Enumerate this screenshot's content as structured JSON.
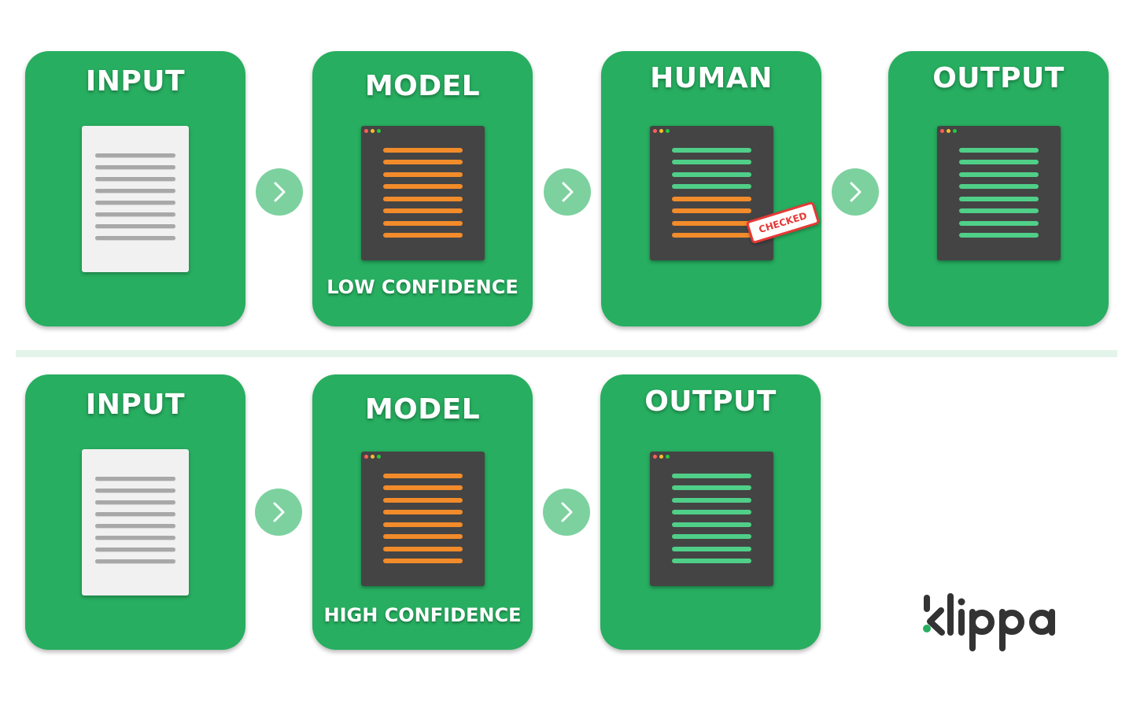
{
  "colors": {
    "card": "#27ae60",
    "arrow": "#7dd19f",
    "window": "#444444",
    "model_line": "#f28b2a",
    "output_line": "#4fcf88",
    "paper": "#f1f1f1",
    "paper_line": "#a8a8a8",
    "stamp": "#e53935",
    "divider": "#e3f4ea",
    "logo": "#333333",
    "logo_accent": "#27ae60"
  },
  "rows": [
    {
      "cards": [
        {
          "title": "INPUT",
          "caption": "",
          "icon": "document-icon"
        },
        {
          "title": "MODEL",
          "caption": "LOW CONFIDENCE",
          "icon": "window-orange-lines-icon"
        },
        {
          "title": "HUMAN",
          "caption": "",
          "icon": "window-checked-icon",
          "stamp": "CHECKED"
        },
        {
          "title": "OUTPUT",
          "caption": "",
          "icon": "window-green-lines-icon"
        }
      ],
      "arrows": [
        "chevron-right-icon",
        "chevron-right-icon",
        "chevron-right-icon"
      ]
    },
    {
      "cards": [
        {
          "title": "INPUT",
          "caption": "",
          "icon": "document-icon"
        },
        {
          "title": "MODEL",
          "caption": "HIGH CONFIDENCE",
          "icon": "window-orange-lines-icon"
        },
        {
          "title": "OUTPUT",
          "caption": "",
          "icon": "window-green-lines-icon"
        }
      ],
      "arrows": [
        "chevron-right-icon",
        "chevron-right-icon"
      ]
    }
  ],
  "logo": {
    "text": "klippa",
    "icon": "klippa-logo"
  }
}
